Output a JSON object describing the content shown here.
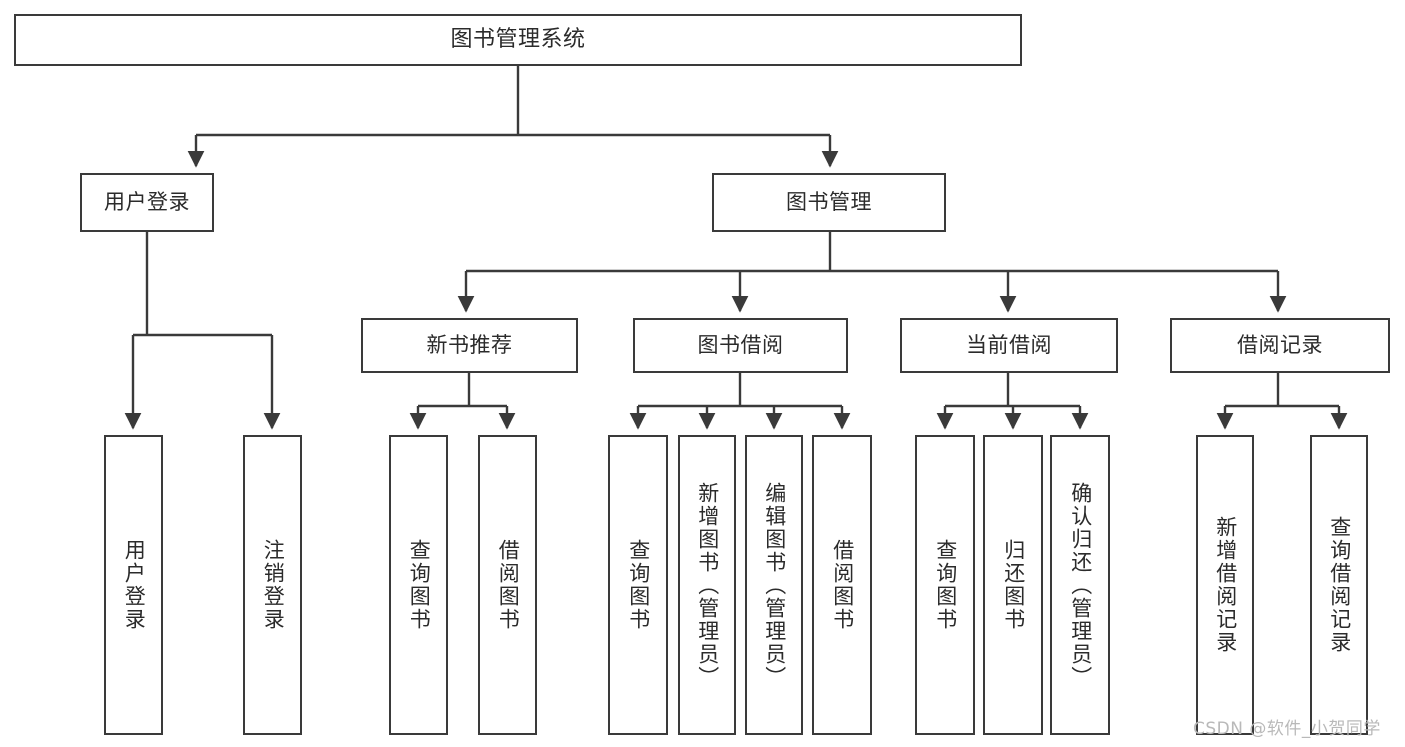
{
  "diagram": {
    "title": "图书管理系统",
    "type": "tree",
    "stroke_color": "#3a3a3a",
    "fill_color": "#ffffff",
    "text_color": "#2b2b2b"
  },
  "nodes": {
    "root": {
      "label": "图书管理系统"
    },
    "level1": [
      {
        "label": "用户登录"
      },
      {
        "label": "图书管理"
      }
    ],
    "level2": [
      {
        "label": "新书推荐"
      },
      {
        "label": "图书借阅"
      },
      {
        "label": "当前借阅"
      },
      {
        "label": "借阅记录"
      }
    ],
    "leaves": {
      "user_login": [
        {
          "label": "用户登录"
        },
        {
          "label": "注销登录"
        }
      ],
      "new_book": [
        {
          "label": "查询图书"
        },
        {
          "label": "借阅图书"
        }
      ],
      "book_borrow": [
        {
          "label": "查询图书"
        },
        {
          "label": "新增图书（管理员）"
        },
        {
          "label": "编辑图书（管理员）"
        },
        {
          "label": "借阅图书"
        }
      ],
      "current_borrow": [
        {
          "label": "查询图书"
        },
        {
          "label": "归还图书"
        },
        {
          "label": "确认归还（管理员）"
        }
      ],
      "borrow_record": [
        {
          "label": "新增借阅记录"
        },
        {
          "label": "查询借阅记录"
        }
      ]
    }
  },
  "watermark": {
    "text": "CSDN @软件_小贺同学"
  }
}
